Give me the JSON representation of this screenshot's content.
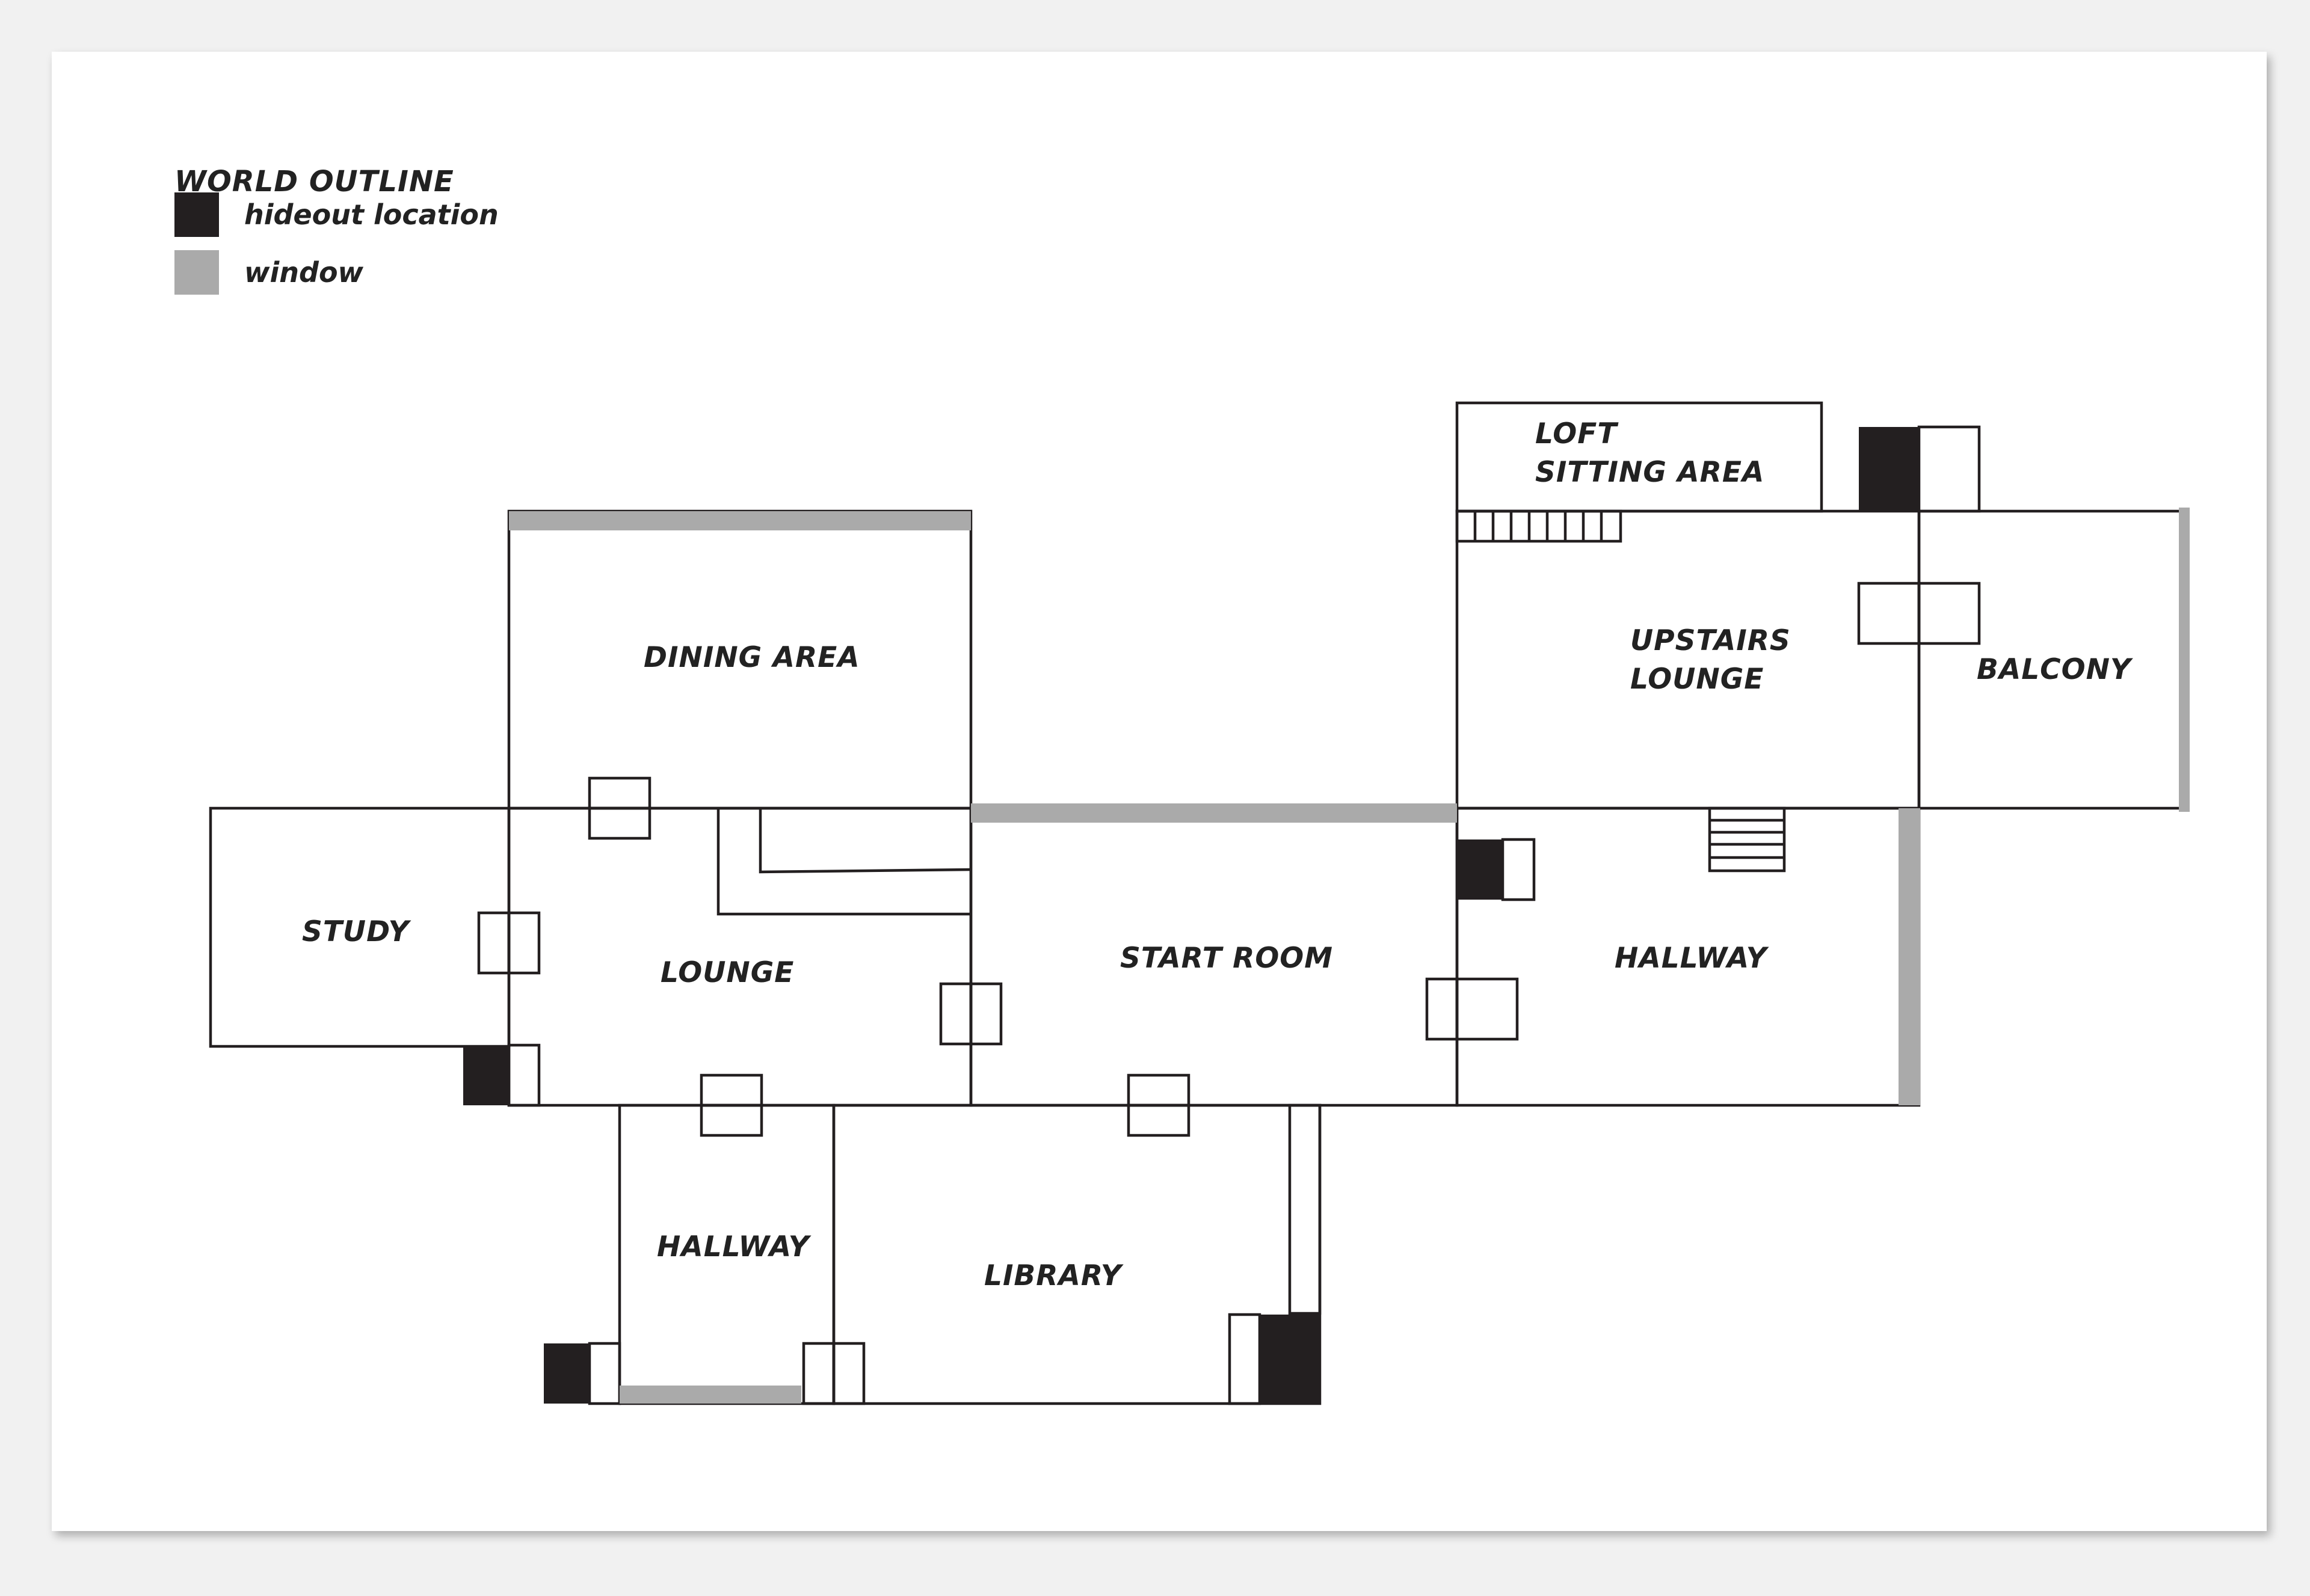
{
  "colors": {
    "hideout": "#231f20",
    "window": "#aaaaaa",
    "wall": "#231f20",
    "background": "#ffffff"
  },
  "legend": {
    "title": "WORLD OUTLINE",
    "items": [
      {
        "label": "hideout location",
        "color": "#231f20"
      },
      {
        "label": "window",
        "color": "#aaaaaa"
      }
    ]
  },
  "rooms": {
    "dining_area": "DINING AREA",
    "study": "STUDY",
    "lounge": "LOUNGE",
    "start_room": "START ROOM",
    "loft_sitting_area": "LOFT\nSITTING AREA",
    "upstairs_lounge": "UPSTAIRS\nLOUNGE",
    "balcony": "BALCONY",
    "hallway_east": "HALLWAY",
    "hallway_south": "HALLWAY",
    "library": "LIBRARY"
  }
}
